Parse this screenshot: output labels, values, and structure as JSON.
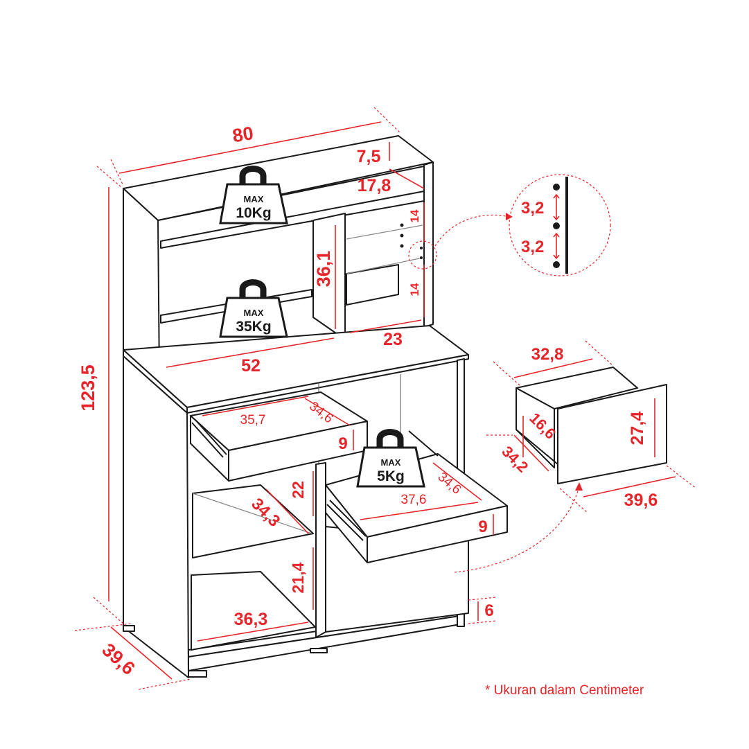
{
  "dimensions": {
    "total_width": "80",
    "total_height": "123,5",
    "depth_base": "39,6",
    "top_gap_height": "7,5",
    "top_shelf_depth": "17,8",
    "hutch_inner_height": "36,1",
    "small_compartment_width": "23",
    "hutch_inner_width": "52",
    "right_upper_gap_1": "14",
    "right_upper_gap_2": "14",
    "left_drawer_width": "35,7",
    "left_drawer_depth": "34,6",
    "left_drawer_height": "9",
    "right_drawer_width": "37,6",
    "right_drawer_depth": "34,6",
    "right_drawer_height": "9",
    "lower_left_gap_top": "22",
    "lower_left_gap_bottom": "21,4",
    "lower_left_depth": "34,3",
    "lower_left_width": "36,3",
    "plinth_height": "6"
  },
  "detail_circle": {
    "hole_spacing_1": "3,2",
    "hole_spacing_2": "3,2"
  },
  "drawer_detail": {
    "inner_width": "32,8",
    "inner_height": "16,6",
    "inner_depth": "34,2",
    "front_height": "27,4",
    "front_width": "39,6"
  },
  "weight_limits": [
    {
      "label": "MAX",
      "value": "10Kg"
    },
    {
      "label": "MAX",
      "value": "35Kg"
    },
    {
      "label": "MAX",
      "value": "5Kg"
    }
  ],
  "note": "* Ukuran dalam Centimeter",
  "colors": {
    "accent": "#e5252a",
    "ink": "#1a1a1a"
  }
}
